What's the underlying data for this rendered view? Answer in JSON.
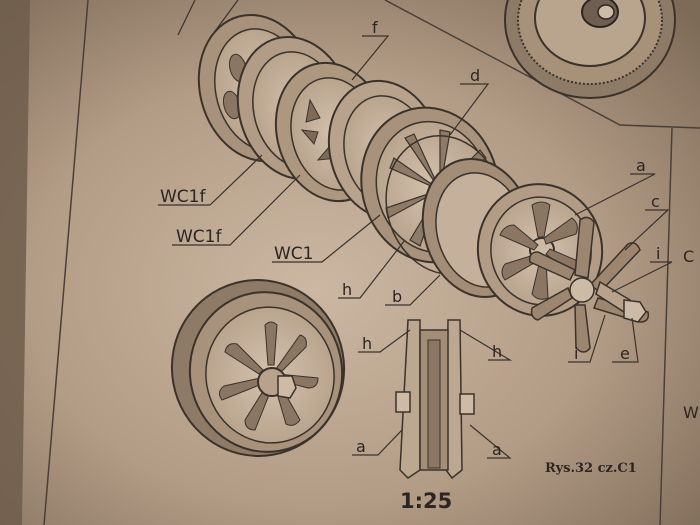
{
  "drawing": {
    "labels": {
      "f": "f",
      "d": "d",
      "a_top": "a",
      "c": "c",
      "i_top": "i",
      "e": "e",
      "i_bottom": "i",
      "wc1f_1": "WC1f",
      "wc1f_2": "WC1f",
      "wc1": "WC1",
      "h_left": "h",
      "b": "b",
      "h_section_left": "h",
      "h_section_right": "h",
      "a_section_left": "a",
      "a_section_right": "a",
      "c1_edge": "C",
      "w_edge": "W"
    },
    "scale": "1:25",
    "figure_caption": "Rys.32 cz.C1"
  }
}
